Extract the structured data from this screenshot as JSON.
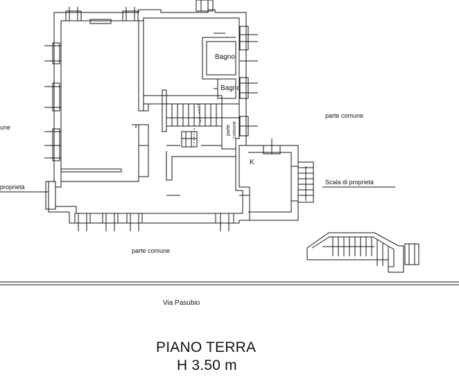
{
  "labels": {
    "bagno_upper": "Bagno",
    "bagno_lower": "Bagno",
    "parte_comune_vertical": "parte\ncomune",
    "parte_comune_vertical_a": "parte",
    "parte_comune_vertical_b": "comune",
    "parte_comune_right": "parte comune",
    "parte_comune_left_partial": "une",
    "parte_comune_bottom": "parte comune",
    "proprieta_left_partial": "proprietà",
    "scala_di_proprieta": "Scala di proprietà",
    "room_k": "K",
    "street": "Via Pasubio"
  },
  "title": {
    "floor": "PIANO TERRA",
    "height": "H 3.50 m"
  }
}
